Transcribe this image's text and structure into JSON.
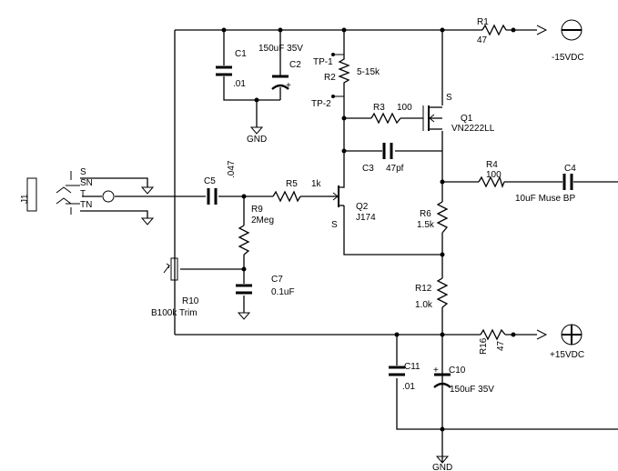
{
  "components": {
    "j1": {
      "ref": "J1",
      "pins": [
        "S",
        "SN",
        "T",
        "TN"
      ]
    },
    "c1": {
      "ref": "C1",
      "value": ".01"
    },
    "c2": {
      "ref": "C2",
      "value": "150uF 35V"
    },
    "c3": {
      "ref": "C3",
      "value": "47pf"
    },
    "c4": {
      "ref": "C4",
      "value": "10uF Muse BP"
    },
    "c5": {
      "ref": "C5",
      "value": ".047"
    },
    "c7": {
      "ref": "C7",
      "value": "0.1uF"
    },
    "c10": {
      "ref": "C10",
      "value": "150uF 35V"
    },
    "c11": {
      "ref": "C11",
      "value": ".01"
    },
    "r1": {
      "ref": "R1",
      "value": "47"
    },
    "r2": {
      "ref": "R2",
      "value": "5-15k"
    },
    "r3": {
      "ref": "R3",
      "value": "100"
    },
    "r4": {
      "ref": "R4",
      "value": "100"
    },
    "r5": {
      "ref": "R5",
      "value": "1k"
    },
    "r6": {
      "ref": "R6",
      "value": "1.5k"
    },
    "r9": {
      "ref": "R9",
      "value": "2Meg"
    },
    "r10": {
      "ref": "R10",
      "value": "B100k Trim"
    },
    "r12": {
      "ref": "R12",
      "value": "1.0k"
    },
    "r16": {
      "ref": "R16",
      "value": "47"
    },
    "q1": {
      "ref": "Q1",
      "value": "VN2222LL",
      "pin": "S"
    },
    "q2": {
      "ref": "Q2",
      "value": "J174",
      "pin": "S"
    },
    "tp1": {
      "ref": "TP-1"
    },
    "tp2": {
      "ref": "TP-2"
    }
  },
  "power": {
    "neg": "-15VDC",
    "pos": "+15VDC",
    "gnd_top": "GND",
    "gnd_bottom": "GND"
  }
}
